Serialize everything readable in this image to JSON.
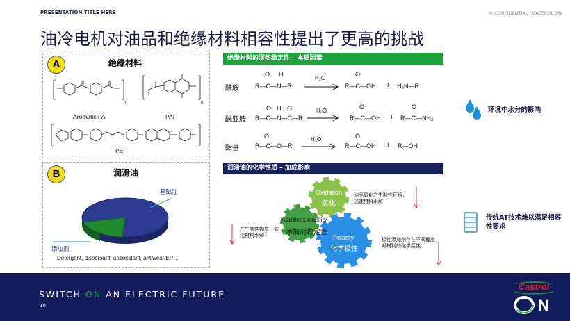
{
  "header": {
    "presentation_title": "PRESENTATION TITLE HERE",
    "confidential": "© CONFIDENTIAL / CASTROL ON"
  },
  "slide_title": "油冷电机对油品和绝缘材料相容性提出了更高的挑战",
  "section_a": {
    "badge": "A",
    "title": "绝缘材料",
    "labels": {
      "aromatic_pa": "Aromatic PA",
      "pai": "PAI",
      "pei": "PEI"
    }
  },
  "section_b": {
    "badge": "B",
    "title": "润滑油",
    "base_oil_label": "基础油",
    "additive_label": "添加剂",
    "additive_list": "Detergent, dispersant, antioxidant, antiwear/EP…",
    "pie": [
      {
        "name": "基础油",
        "share": 0.8,
        "color": "#2c3a8f"
      },
      {
        "name": "添加剂",
        "share": 0.2,
        "color": "#1e8a2d"
      }
    ]
  },
  "hydrolysis": {
    "title": "绝缘材料的湿热稳定性 – 本质因素",
    "water_note": "环境中水分的影响",
    "reactions": [
      {
        "name": "酰胺",
        "reactant": "R—C—N—R",
        "product1": "R—C—OH",
        "plus": "+",
        "product2": "H₂N—R"
      },
      {
        "name": "酰亚胺",
        "reactant": "R—C—N—C—R",
        "product1": "R—C—OH",
        "plus": "+",
        "product2": "R—C—NH₂"
      },
      {
        "name": "酯基",
        "reactant": "R—C—O—R",
        "product1": "R—C—OH",
        "plus": "+",
        "product2": "R—OH"
      }
    ],
    "water": "H₂O",
    "o_atom": "O",
    "h_atom": "H"
  },
  "chemistry": {
    "title": "润滑油的化学性质 – 加成影响",
    "gears": {
      "oxidation_en": "Oxidation",
      "oxidation_cn": "氧化",
      "additives_en": "Additives stability",
      "additives_cn": "添加剂稳定性",
      "polarity_en": "Polarity",
      "polarity_cn": "化学极性"
    },
    "notes": {
      "oxidation": "油品氧化产生酸性环境，加速材料水解",
      "additives": "产生酸性物质，催化材料水解",
      "polarity": "极性添加剂存在不同程度对材料的化学腐蚀"
    },
    "at_note": "传统AT技术难以满足相容性要求"
  },
  "footer": {
    "tagline_pre": "SWITCH",
    "tagline_on": "ON",
    "tagline_post": "AN ELECTRIC FUTURE",
    "page_number": "10",
    "brand": "Castrol",
    "brand_on": "ON"
  },
  "colors": {
    "navy": "#121c5c",
    "green": "#19a33a",
    "yellow_badge": "#f3dc1a",
    "polarity_blue": "#2a8fe6",
    "red_arrow": "#e0312d",
    "brand_red": "#e2231a",
    "title_ink": "#1b1b4a"
  },
  "icons": {
    "water": "water-drops-icon",
    "barrel": "oil-barrel-icon",
    "gear": "gear-icon"
  }
}
